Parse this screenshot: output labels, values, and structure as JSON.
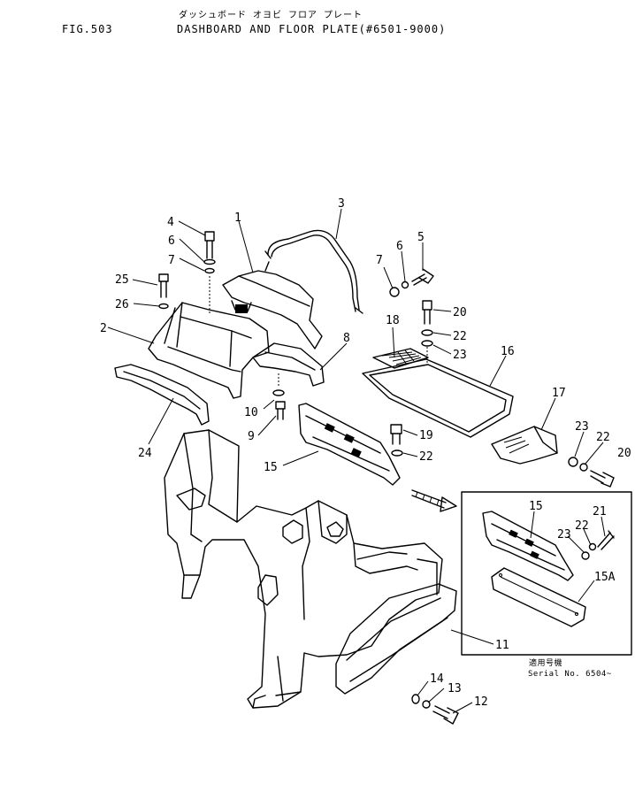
{
  "header": {
    "figure_number": "FIG.503",
    "title_katakana": "ダッシュボード オヨビ フロア プレート",
    "title": "DASHBOARD AND FLOOR PLATE(#6501-9000)"
  },
  "inset_note": {
    "heading": "適用号機",
    "serial": "Serial No. 6504~"
  },
  "callouts": [
    {
      "id": "c-1",
      "text": "1"
    },
    {
      "id": "c-2",
      "text": "2"
    },
    {
      "id": "c-3",
      "text": "3"
    },
    {
      "id": "c-4",
      "text": "4"
    },
    {
      "id": "c-6a",
      "text": "6"
    },
    {
      "id": "c-7a",
      "text": "7"
    },
    {
      "id": "c-25",
      "text": "25"
    },
    {
      "id": "c-26",
      "text": "26"
    },
    {
      "id": "c-7b",
      "text": "7"
    },
    {
      "id": "c-6b",
      "text": "6"
    },
    {
      "id": "c-5",
      "text": "5"
    },
    {
      "id": "c-8",
      "text": "8"
    },
    {
      "id": "c-10",
      "text": "10"
    },
    {
      "id": "c-9",
      "text": "9"
    },
    {
      "id": "c-24",
      "text": "24"
    },
    {
      "id": "c-18",
      "text": "18"
    },
    {
      "id": "c-20a",
      "text": "20"
    },
    {
      "id": "c-22a",
      "text": "22"
    },
    {
      "id": "c-23a",
      "text": "23"
    },
    {
      "id": "c-16",
      "text": "16"
    },
    {
      "id": "c-17",
      "text": "17"
    },
    {
      "id": "c-23b",
      "text": "23"
    },
    {
      "id": "c-22b",
      "text": "22"
    },
    {
      "id": "c-20b",
      "text": "20"
    },
    {
      "id": "c-19",
      "text": "19"
    },
    {
      "id": "c-22c",
      "text": "22"
    },
    {
      "id": "c-15",
      "text": "15"
    },
    {
      "id": "c-15i",
      "text": "15"
    },
    {
      "id": "c-21",
      "text": "21"
    },
    {
      "id": "c-22d",
      "text": "22"
    },
    {
      "id": "c-23c",
      "text": "23"
    },
    {
      "id": "c-15A",
      "text": "15A"
    },
    {
      "id": "c-11",
      "text": "11"
    },
    {
      "id": "c-14",
      "text": "14"
    },
    {
      "id": "c-13",
      "text": "13"
    },
    {
      "id": "c-12",
      "text": "12"
    }
  ]
}
